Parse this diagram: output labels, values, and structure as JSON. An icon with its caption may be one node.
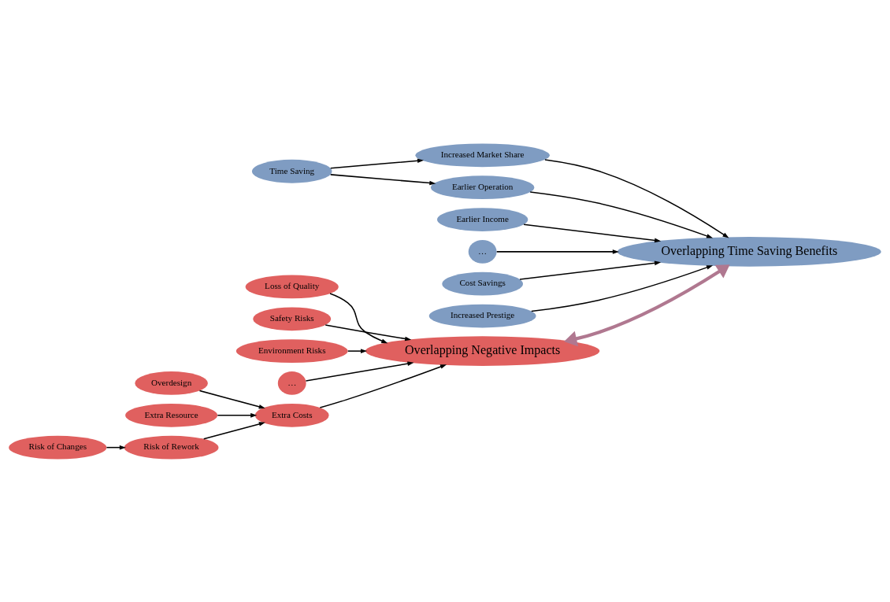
{
  "diagram": {
    "nodes": [
      {
        "text": [
          "Risk of Rework"
        ]
      },
      {
        "text": [
          "Overdesign"
        ]
      },
      {
        "text": [
          "Risk of Changes"
        ]
      },
      {
        "text": [
          "Extra Costs"
        ]
      },
      {
        "text": [
          "Loss of Quality"
        ]
      },
      {
        "text": [
          "Extra Resource"
        ]
      },
      {
        "text": [
          "Overlapping Negative Impacts"
        ]
      },
      {
        "text": [
          "Safety Risks"
        ]
      },
      {
        "text": [
          "Environment Risks"
        ]
      },
      {
        "text": [
          "…"
        ]
      },
      {
        "text": [
          "Time Saving"
        ]
      },
      {
        "text": [
          "Increased Market Share"
        ]
      },
      {
        "text": [
          "Earlier Operation"
        ]
      },
      {
        "text": [
          "Earlier Income"
        ]
      },
      {
        "text": [
          "Overlapping Time Saving Benefits"
        ]
      },
      {
        "text": [
          "…"
        ]
      },
      {
        "text": [
          "Cost Savings"
        ]
      },
      {
        "text": [
          "Increased Prestige"
        ]
      }
    ],
    "edges": [
      {
        "from": 2,
        "to": 0,
        "arrow": "to"
      },
      {
        "from": 0,
        "to": 3,
        "arrow": "to"
      },
      {
        "from": 1,
        "to": 3,
        "arrow": "to"
      },
      {
        "from": 5,
        "to": 3,
        "arrow": "to"
      },
      {
        "from": 3,
        "to": 6,
        "arrow": "to"
      },
      {
        "from": 4,
        "to": 6,
        "arrow": "to"
      },
      {
        "from": 7,
        "to": 6,
        "arrow": "to"
      },
      {
        "from": 8,
        "to": 6,
        "arrow": "to"
      },
      {
        "from": 9,
        "to": 6,
        "arrow": "to"
      },
      {
        "from": 6,
        "to": 14,
        "arrow": "both",
        "style": "thick",
        "color": "#b07890"
      },
      {
        "from": 10,
        "to": 11,
        "arrow": "to"
      },
      {
        "from": 10,
        "to": 12,
        "arrow": "to"
      },
      {
        "from": 11,
        "to": 14,
        "arrow": "to"
      },
      {
        "from": 12,
        "to": 14,
        "arrow": "to"
      },
      {
        "from": 13,
        "to": 14,
        "arrow": "to"
      },
      {
        "from": 15,
        "to": 14,
        "arrow": "to"
      },
      {
        "from": 16,
        "to": 14,
        "arrow": "to"
      },
      {
        "from": 17,
        "to": 14,
        "arrow": "to"
      }
    ]
  }
}
